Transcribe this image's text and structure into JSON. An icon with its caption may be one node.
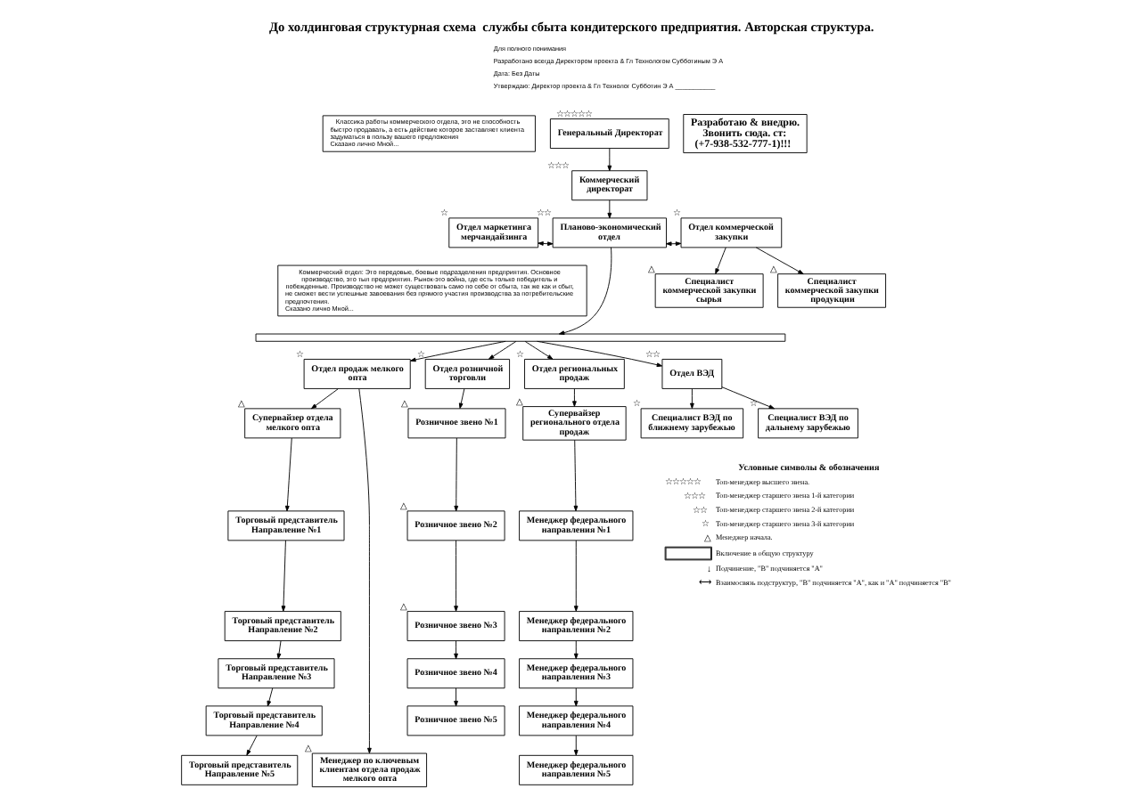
{
  "diagram": {
    "title": "До холдинговая структурная схема  службы сбыта кондитерского предприятия. Авторская структура.",
    "nodes": [
      {
        "text": [
          "Генеральный Директорат"
        ],
        "beside": [
          "☆☆☆☆☆"
        ]
      },
      {
        "text": [
          "Коммерческий директорат"
        ],
        "beside": [
          "☆☆☆"
        ]
      },
      {
        "text": [
          "Отдел маркетинга мерчандайзинга"
        ],
        "beside": [
          "☆"
        ]
      },
      {
        "text": [
          "Планово-экономический отдел"
        ],
        "beside": [
          "☆☆"
        ]
      },
      {
        "text": [
          "Отдел коммерческой закупки"
        ],
        "beside": [
          "☆"
        ]
      },
      {
        "text": [
          "Специалист коммерческой закупки сырья"
        ],
        "beside": [
          "△"
        ]
      },
      {
        "text": [
          "Специалист коммерческой закупки продукции"
        ],
        "beside": [
          "△"
        ]
      },
      {
        "text": [],
        "shape": "bar"
      },
      {
        "text": [
          "Отдел продаж мелкого опта"
        ],
        "beside": [
          "☆"
        ]
      },
      {
        "text": [
          "Супервайзер отдела мелкого опта"
        ],
        "beside": [
          "△"
        ]
      },
      {
        "text": [
          "Торговый представитель Направление №1"
        ]
      },
      {
        "text": [
          "Торговый представитель Направление №2"
        ]
      },
      {
        "text": [
          "Торговый представитель Направление №3"
        ]
      },
      {
        "text": [
          "Торговый представитель Направление №4"
        ]
      },
      {
        "text": [
          "Торговый представитель Направление №5"
        ]
      },
      {
        "text": [
          "Отдел розничной торговли"
        ],
        "beside": [
          "☆"
        ]
      },
      {
        "text": [
          "Розничное звено №1"
        ],
        "beside": [
          "△"
        ]
      },
      {
        "text": [
          "Розничное звено №2"
        ],
        "beside": [
          "△"
        ]
      },
      {
        "text": [
          "Розничное звено №3"
        ],
        "beside": [
          "△"
        ]
      },
      {
        "text": [
          "Розничное звено №4"
        ]
      },
      {
        "text": [
          "Розничное звено №5"
        ]
      },
      {
        "text": [
          "Менеджер по ключевым клиентам отдела продаж мелкого опта"
        ],
        "beside": [
          "△"
        ]
      },
      {
        "text": [
          "Отдел региональных продаж"
        ],
        "beside": [
          "☆"
        ]
      },
      {
        "text": [
          "Супервайзер регионального отдела продаж"
        ],
        "beside": [
          "△"
        ]
      },
      {
        "text": [
          "Менеджер федерального направления №1"
        ]
      },
      {
        "text": [
          "Менеджер федерального направления №2"
        ]
      },
      {
        "text": [
          "Менеджер федерального направления №3"
        ]
      },
      {
        "text": [
          "Менеджер федерального направления №4"
        ]
      },
      {
        "text": [
          "Менеджер федерального направления №5"
        ]
      },
      {
        "text": [
          "Отдел ВЭД"
        ],
        "beside": [
          "☆☆"
        ]
      },
      {
        "text": [
          "Специалист ВЭД по ближнему зарубежью"
        ],
        "beside": [
          "☆"
        ]
      },
      {
        "text": [
          "Специалист ВЭД по дальнему зарубежью"
        ],
        "beside": [
          "☆"
        ]
      },
      {
        "text": [
          "Классика работы коммерческого отдела, это не способность быстро продавать, а есть действие которое заставляет клиента задуматься в пользу вашего предложения",
          "Сказано лично Мной..."
        ]
      },
      {
        "text": [
          "Разработаю & внедрю. Звонить сюда. ст: (+7-938-532-777-1)!!!"
        ]
      },
      {
        "text": [
          "Коммерческий отдел: Это передовые, боевые подразделения предприятия. Основное производство, это тыл предприятия. Рынок-это война, где есть только победитель и побежденные. Производство не может существовать само по себе от сбыта, так же как и сбыт, не сможет вести успешные завоевания без прямого участия производства за потребительские предпочтения.",
          "Сказано лично Мной..."
        ]
      }
    ],
    "edges": [
      {
        "from": 0,
        "to": 1,
        "arrow": "to"
      },
      {
        "from": 1,
        "to": 3,
        "arrow": "to"
      },
      {
        "from": 2,
        "to": 3,
        "arrow": "both"
      },
      {
        "from": 3,
        "to": 4,
        "arrow": "both"
      },
      {
        "from": 4,
        "to": 5,
        "arrow": "to"
      },
      {
        "from": 4,
        "to": 6,
        "arrow": "to"
      },
      {
        "from": 3,
        "to": 7,
        "arrow": "to"
      },
      {
        "from": 7,
        "to": 8,
        "arrow": "to"
      },
      {
        "from": 7,
        "to": 15,
        "arrow": "to"
      },
      {
        "from": 7,
        "to": 22,
        "arrow": "to"
      },
      {
        "from": 7,
        "to": 29,
        "arrow": "to"
      },
      {
        "from": 8,
        "to": 9,
        "arrow": "to"
      },
      {
        "from": 9,
        "to": 10,
        "arrow": "to"
      },
      {
        "from": 10,
        "to": 11,
        "arrow": "to"
      },
      {
        "from": 11,
        "to": 12,
        "arrow": "to"
      },
      {
        "from": 12,
        "to": 13,
        "arrow": "to"
      },
      {
        "from": 13,
        "to": 14,
        "arrow": "to"
      },
      {
        "from": 8,
        "to": 21,
        "arrow": "to"
      },
      {
        "from": 15,
        "to": 16,
        "arrow": "to"
      },
      {
        "from": 16,
        "to": 17,
        "arrow": "to"
      },
      {
        "from": 17,
        "to": 18,
        "arrow": "to"
      },
      {
        "from": 18,
        "to": 19,
        "arrow": "to"
      },
      {
        "from": 19,
        "to": 20,
        "arrow": "to"
      },
      {
        "from": 22,
        "to": 23,
        "arrow": "to"
      },
      {
        "from": 23,
        "to": 24,
        "arrow": "to"
      },
      {
        "from": 24,
        "to": 25,
        "arrow": "to"
      },
      {
        "from": 25,
        "to": 26,
        "arrow": "to"
      },
      {
        "from": 26,
        "to": 27,
        "arrow": "to"
      },
      {
        "from": 27,
        "to": 28,
        "arrow": "to"
      },
      {
        "from": 29,
        "to": 30,
        "arrow": "to"
      },
      {
        "from": 29,
        "to": 31,
        "arrow": "to"
      }
    ],
    "labels": [
      "Для полного понимания",
      "Разработано всегда Директором проекта & Гл Технологом Субботиным Э А",
      "Дата: Без Даты",
      "Утверждаю: Директор проекта & Гл Технолог Субботин Э А ___________",
      "Условные символы & обозначения",
      "☆☆☆☆☆",
      "☆☆☆",
      "☆☆",
      "☆",
      "△",
      "↓",
      "⟷"
    ],
    "legend": [
      {
        "text": "Топ-менеджер высшего звена."
      },
      {
        "text": "Топ-менеджер старшего звена 1-й категории"
      },
      {
        "text": "Топ-менеджер старшего звена 2-й категории"
      },
      {
        "text": "Топ-менеджер старшего звена 3-й категории"
      },
      {
        "text": "Менеджер начала."
      },
      {
        "text": "Включение в общую структуру"
      },
      {
        "text": "Подчинение, \"В\" подчиняется \"А\""
      },
      {
        "text": "Взаимосвязь подструктур, \"В\" подчиняется \"А\", как и \"А\" подчиняется \"В\""
      }
    ]
  }
}
